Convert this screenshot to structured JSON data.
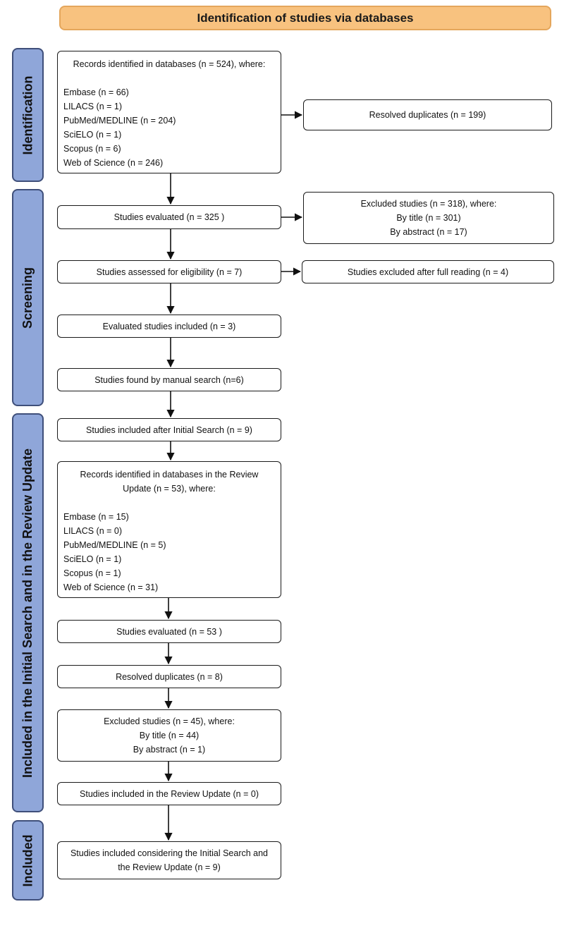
{
  "header": "Identification of studies via databases",
  "phases": {
    "identification": "Identification",
    "screening": "Screening",
    "included_initial_update": "Included in the Initial Search and in the Review Update",
    "included": "Included"
  },
  "boxes": {
    "records_initial": {
      "heading": "Records identified in databases (n = 524), where:",
      "items": [
        "Embase (n = 66)",
        "LILACS (n = 1)",
        "PubMed/MEDLINE (n = 204)",
        "SciELO (n = 1)",
        "Scopus (n = 6)",
        "Web of Science (n = 246)"
      ]
    },
    "resolved_duplicates_initial": "Resolved duplicates (n = 199)",
    "studies_evaluated_initial": "Studies evaluated (n = 325 )",
    "excluded_initial": {
      "heading": "Excluded studies (n = 318), where:",
      "items": [
        "By title (n = 301)",
        "By abstract (n = 17)"
      ]
    },
    "assessed_eligibility": "Studies assessed for eligibility (n = 7)",
    "excluded_full_reading": "Studies excluded after full reading (n = 4)",
    "evaluated_included": "Evaluated studies included (n = 3)",
    "manual_search": "Studies found by manual search (n=6)",
    "included_after_initial": "Studies included after Initial Search (n = 9)",
    "records_update": {
      "heading_line1": "Records identified in databases in the Review",
      "heading_line2": "Update (n = 53), where:",
      "items": [
        "Embase (n = 15)",
        "LILACS (n = 0)",
        "PubMed/MEDLINE (n = 5)",
        "SciELO (n = 1)",
        "Scopus (n = 1)",
        "Web of Science (n = 31)"
      ]
    },
    "studies_evaluated_update": "Studies evaluated (n = 53 )",
    "resolved_duplicates_update": "Resolved duplicates (n = 8)",
    "excluded_update": {
      "heading": "Excluded studies (n = 45), where:",
      "items": [
        "By title (n = 44)",
        "By abstract (n = 1)"
      ]
    },
    "included_update": "Studies included in the Review Update (n = 0)",
    "included_final": {
      "line1": "Studies included considering the Initial Search and",
      "line2": "the Review Update (n = 9)"
    }
  }
}
